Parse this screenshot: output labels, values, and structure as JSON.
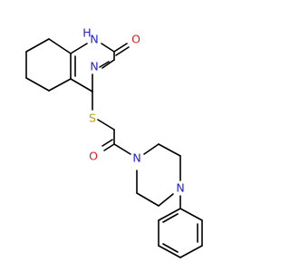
{
  "molecule": {
    "colors": {
      "carbon_bond": "#000000",
      "nitrogen": "#1f1fd6",
      "oxygen": "#e02020",
      "sulfur": "#b8a200"
    },
    "atoms": {
      "n1h": "H",
      "n1": "N",
      "o_top": "O",
      "n3": "N",
      "s": "S",
      "o_ketone": "O",
      "n_pip1": "N",
      "n_pip2": "N"
    }
  }
}
